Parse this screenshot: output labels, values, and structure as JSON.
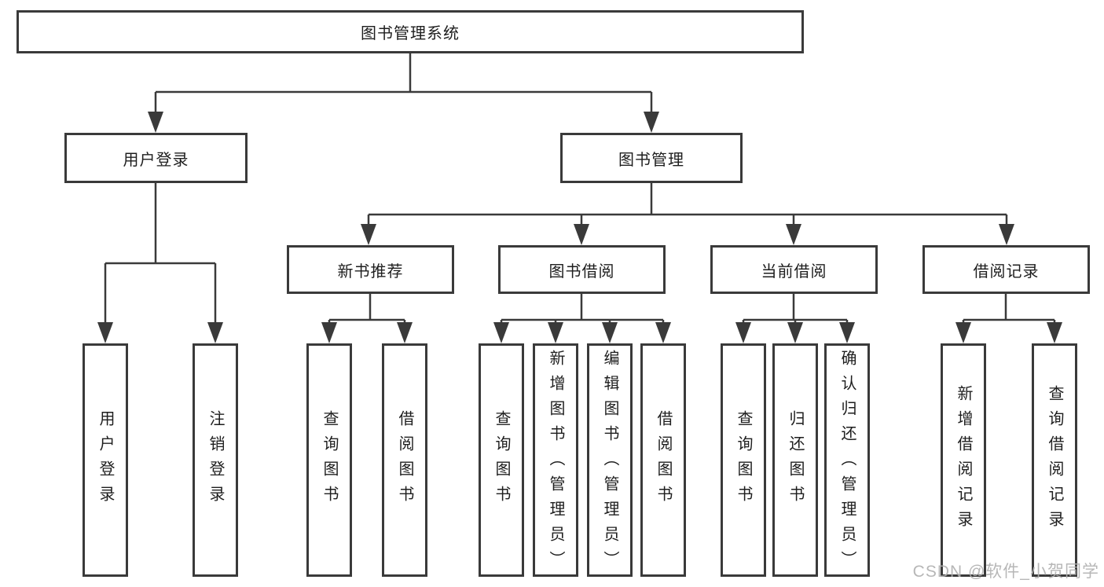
{
  "tree": {
    "root": "图书管理系统",
    "branches": [
      {
        "label": "用户登录",
        "children": [
          "用户登录",
          "注销登录"
        ]
      },
      {
        "label": "图书管理",
        "children": [
          {
            "label": "新书推荐",
            "children": [
              "查询图书",
              "借阅图书"
            ]
          },
          {
            "label": "图书借阅",
            "children": [
              "查询图书",
              "新增图书（管理员）",
              "编辑图书（管理员）",
              "借阅图书"
            ]
          },
          {
            "label": "当前借阅",
            "children": [
              "查询图书",
              "归还图书",
              "确认归还（管理员）"
            ]
          },
          {
            "label": "借阅记录",
            "children": [
              "新增借阅记录",
              "查询借阅记录"
            ]
          }
        ]
      }
    ]
  },
  "watermark": {
    "text": "CSDN @软件_小贺同学"
  },
  "colors": {
    "line": "#3a3a3a",
    "box_border": "#3a3a3a",
    "text": "#1e1e1e",
    "watermark": "#b0b0b0",
    "background": "#ffffff"
  }
}
